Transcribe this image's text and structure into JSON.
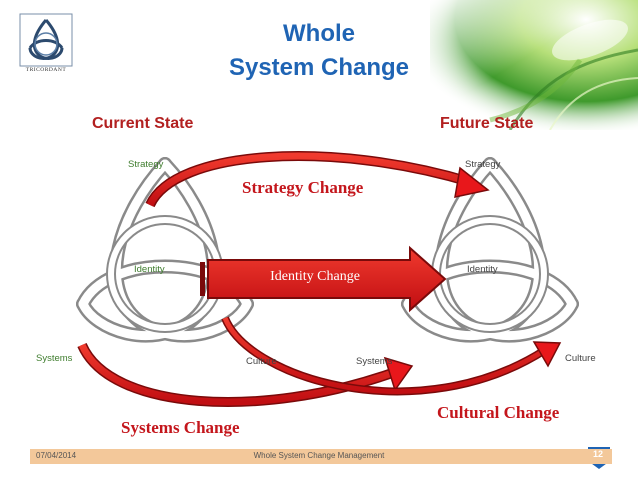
{
  "title_line1": "Whole",
  "title_line2": "System Change",
  "logo_text": "TRICORDANT",
  "current_state": "Current State",
  "future_state": "Future State",
  "left_knot": {
    "strategy": "Strategy",
    "identity": "Identity",
    "systems": "Systems",
    "culture": "Culture"
  },
  "right_knot": {
    "strategy": "Strategy",
    "identity": "Identity",
    "systems": "Systems",
    "culture": "Culture"
  },
  "strategy_change": "Strategy Change",
  "identity_change": "Identity Change",
  "systems_change": "Systems Change",
  "cultural_change": "Cultural Change",
  "footer": {
    "date": "07/04/2014",
    "title": "Whole System Change Management",
    "page": "12"
  },
  "colors": {
    "title": "#1f64b4",
    "state": "#b22020",
    "change": "#c4161c",
    "arrow": "#e8171b",
    "footer_bar": "#f3c89a",
    "page_badge": "#1f64b4"
  }
}
